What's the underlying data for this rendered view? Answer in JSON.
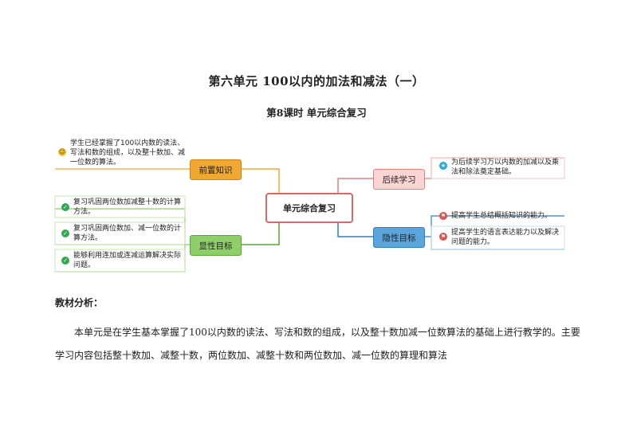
{
  "doc": {
    "title": "第六单元  100以内的加法和减法（一）",
    "subtitle": "第8课时 单元综合复习"
  },
  "mindmap": {
    "center": "单元综合复习",
    "prior_knowledge": {
      "label": "前置知识",
      "items": [
        "学生已经掌握了100以内数的读法、写法和数的组成，以及整十数加、减一位数的算法。"
      ]
    },
    "explicit_goals": {
      "label": "显性目标",
      "items": [
        "复习巩固两位数加减整十数的计算方法。",
        "复习巩固两位数加、减一位数的计算方法。",
        "能够利用连加或连减运算解决实际问题。"
      ]
    },
    "future_learning": {
      "label": "后续学习",
      "items": [
        "为后续学习万以内数的加减以及乘法和除法奠定基础。"
      ]
    },
    "implicit_goals": {
      "label": "隐性目标",
      "items": [
        "提高学生总结概括知识的能力。",
        "提高学生的语言表达能力以及解决问题的能力。"
      ]
    },
    "icons": {
      "prior": "smile-icon",
      "explicit": "check-icon",
      "future": "star-icon",
      "implicit": "flag-icon"
    },
    "colors": {
      "prior": "#f0a830",
      "explicit": "#8fcf6a",
      "future": "#fbd5d5",
      "implicit": "#5aa5dc",
      "center_border": "#e06666"
    }
  },
  "analysis": {
    "heading": "教材分析：",
    "paragraph": "本单元是在学生基本掌握了100以内数的读法、写法和数的组成，以及整十数加减一位数算法的基础上进行教学的。主要学习内容包括整十数加、减整十数，两位数加、减整十数和两位数加、减一位数的算理和算法"
  }
}
